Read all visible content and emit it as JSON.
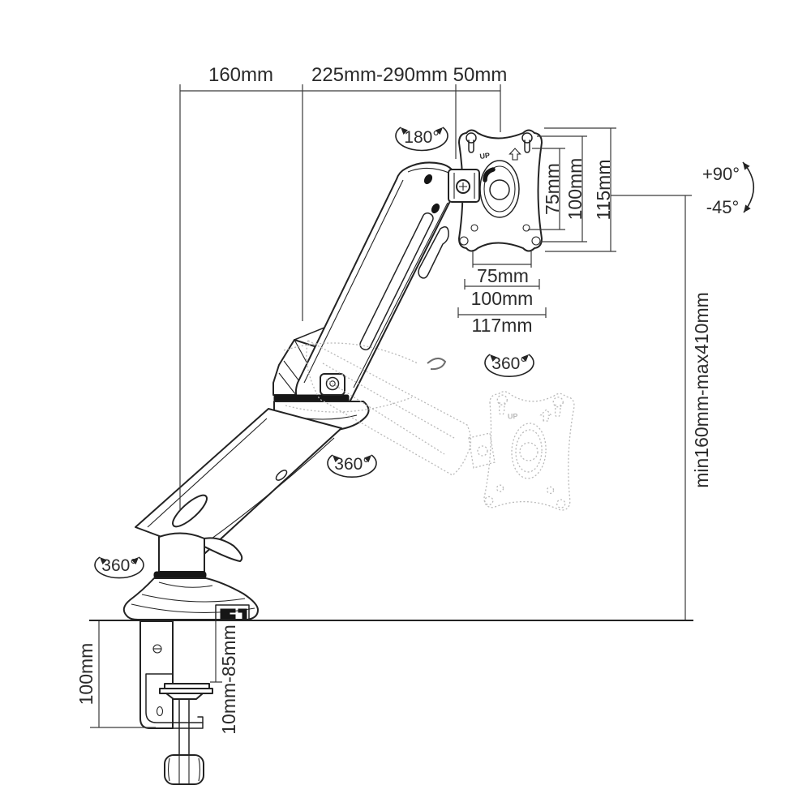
{
  "top_dims": {
    "base_to_elbow": "160mm",
    "arm_range": "225mm-290mm",
    "head_depth": "50mm"
  },
  "vesa_right_dims": {
    "holes": "75mm",
    "plate": "100mm",
    "overall": "115mm"
  },
  "vesa_bottom_dims": {
    "holes": "75mm",
    "plate": "100mm",
    "overall": "117mm"
  },
  "rotation_labels": {
    "head_swivel": "180°",
    "tilt_up": "+90°",
    "tilt_down": "-45°",
    "vesa_rotate": "360°",
    "arm_swivel": "360°",
    "base_swivel": "360°"
  },
  "height_range_label": "min160mm-max410mm",
  "clamp_dims": {
    "clamp_height": "100mm",
    "desk_thickness": "10mm-85mm"
  },
  "plate_markings": {
    "up_main": "UP",
    "up_ghost": "UP"
  },
  "colors": {
    "ink": "#232323",
    "dimension": "#3a3a3a",
    "ghost": "#b9b9b9",
    "background": "#ffffff"
  }
}
